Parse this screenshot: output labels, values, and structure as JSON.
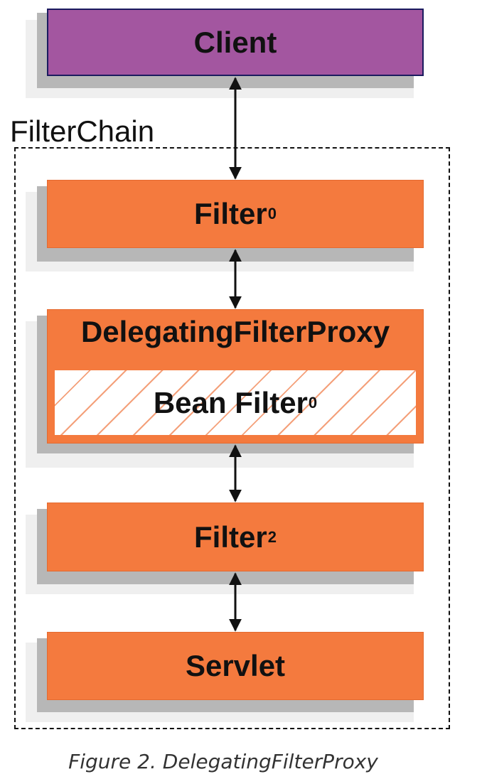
{
  "diagram": {
    "client": {
      "label": "Client"
    },
    "filter_chain": {
      "label": "FilterChain"
    },
    "filter0": {
      "label": "Filter",
      "subscript": "0"
    },
    "delegating_proxy": {
      "label": "DelegatingFilterProxy"
    },
    "bean_filter": {
      "label": "Bean Filter",
      "subscript": "0"
    },
    "filter2": {
      "label": "Filter",
      "subscript": "2"
    },
    "servlet": {
      "label": "Servlet"
    }
  },
  "caption": {
    "text": "Figure 2. DelegatingFilterProxy"
  },
  "colors": {
    "client_fill": "#a356a0",
    "client_border": "#1b1b5f",
    "filter_fill": "#f47a3e",
    "shadow": "#b7b7b7",
    "bean_hatch": "#f4a07a"
  }
}
